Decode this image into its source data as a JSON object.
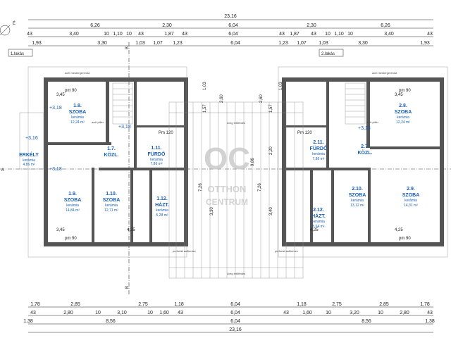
{
  "title": {
    "left_unit": "1.lakás",
    "right_unit": "2.lakás"
  },
  "axes": {
    "b": "B",
    "a": "A"
  },
  "top_dims": {
    "row1": [
      "23,16"
    ],
    "row2": [
      "6,26",
      "2,30",
      "6,04",
      "2,30",
      "6,26"
    ],
    "row3": [
      "43",
      "3,40",
      "10",
      "1,10",
      "10",
      "43",
      "1,87",
      "43",
      "6,04",
      "43",
      "1,87",
      "43",
      "10",
      "1,10",
      "10",
      "3,40",
      "43"
    ],
    "row4": [
      "1,93",
      "3,30",
      "1,03",
      "1,07",
      "1,23",
      "6,04",
      "1,23",
      "1,07",
      "1,03",
      "3,30",
      "1,93"
    ]
  },
  "bottom_dims": {
    "row1": [
      "1,78",
      "2,85",
      "2,75",
      "1,18",
      "6,04",
      "1,18",
      "2,75",
      "2,85",
      "1,78"
    ],
    "row2": [
      "43",
      "2,80",
      "10",
      "3,10",
      "10",
      "1,60",
      "43",
      "6,04",
      "43",
      "1,60",
      "10",
      "3,20",
      "10",
      "2,80",
      "43"
    ],
    "row3": [
      "1,38",
      "8,56",
      "6,04",
      "8,56",
      "1,38"
    ],
    "row4": [
      "23,16"
    ]
  },
  "rooms_left": [
    {
      "id": "1.8.",
      "name": "SZOBA",
      "floor": "kerámia",
      "area": "12,24 m²"
    },
    {
      "id": "1.11.",
      "name": "FÜRDŐ",
      "floor": "kerámia",
      "area": "7,86 m²"
    },
    {
      "id": "1.7.",
      "name": "KÖZL.",
      "floor": "",
      "area": ""
    },
    {
      "id": "",
      "name": "ERKÉLY",
      "floor": "kerámia",
      "area": "4,86 m²"
    },
    {
      "id": "1.9.",
      "name": "SZOBA",
      "floor": "kerámia",
      "area": "14,84 m²"
    },
    {
      "id": "1.10.",
      "name": "SZOBA",
      "floor": "kerámia",
      "area": "12,71 m²"
    },
    {
      "id": "1.12.",
      "name": "HÁZT.",
      "floor": "kerámia",
      "area": "5,28 m²"
    }
  ],
  "rooms_right": [
    {
      "id": "2.8.",
      "name": "SZOBA",
      "floor": "kerámia",
      "area": "12,24 m²"
    },
    {
      "id": "2.11.",
      "name": "FÜRDŐ",
      "floor": "kerámia",
      "area": "7,86 m²"
    },
    {
      "id": "2.7.",
      "name": "KÖZL.",
      "floor": "",
      "area": ""
    },
    {
      "id": "2.10.",
      "name": "SZOBA",
      "floor": "kerámia",
      "area": "13,12 m²"
    },
    {
      "id": "2.9.",
      "name": "SZOBA",
      "floor": "kerámia",
      "area": "14,31 m²"
    },
    {
      "id": "2.12.",
      "name": "HÁZT.",
      "floor": "kerámia",
      "area": "5,64 m²"
    }
  ],
  "levels": [
    "+3,18",
    "+3,18",
    "+3,16",
    "+3,18",
    "+3,18"
  ],
  "notes": {
    "beam": "acél mestergerenda",
    "pillar": "acél pillér",
    "hatch": "Pm 120",
    "roof": "pm 90",
    "gutter": "perforált aufliemez",
    "walkway": "üveg tetőfedés",
    "sections": [
      "3,45",
      "3,45",
      "4,25",
      "4,25"
    ]
  },
  "watermark": {
    "logo": "OC",
    "line1": "OTTHON",
    "line2": "CENTRUM"
  },
  "middle_dims": [
    "1,03",
    "1,57",
    "1,57",
    "2,20",
    "9,86",
    "7,26",
    "3,40",
    "3,30",
    "7,26",
    "2,60",
    "2,60",
    "1,03"
  ]
}
